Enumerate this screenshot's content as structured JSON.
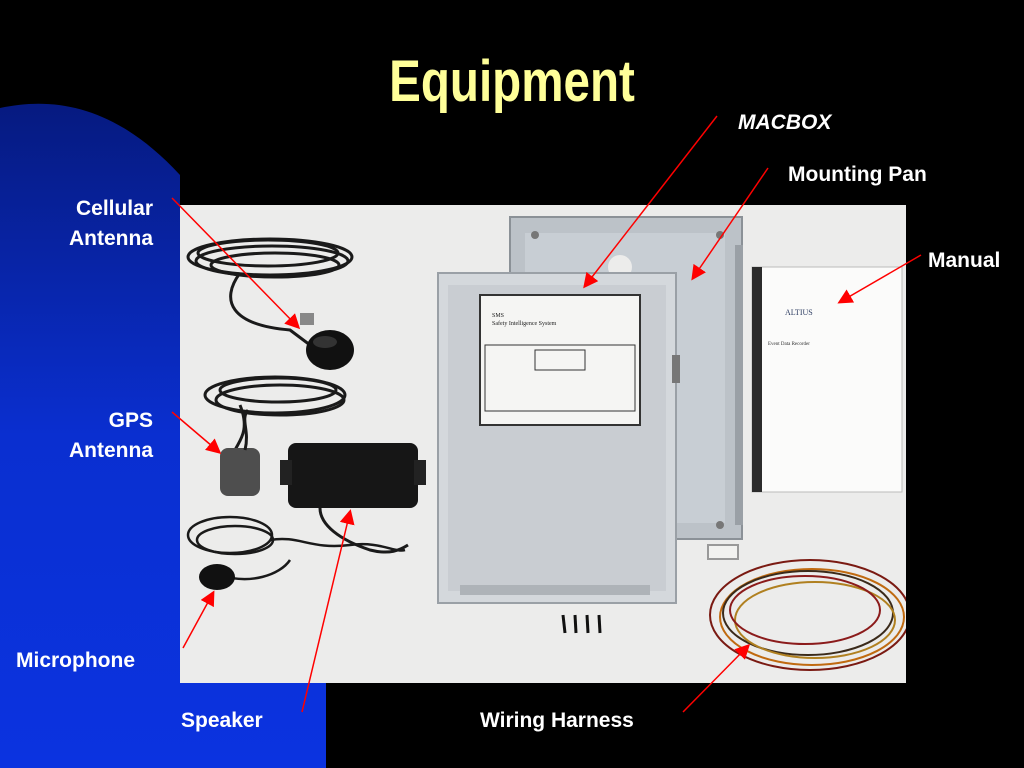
{
  "slide": {
    "title": "Equipment",
    "colors": {
      "background": "#000000",
      "wave_blue": "#0a2fd0",
      "title": "#ffff99",
      "labels": "#ffffff",
      "arrows": "#ff0000"
    }
  },
  "labels": {
    "cellular_line1": "Cellular",
    "cellular_line2": "Antenna",
    "gps_line1": "GPS",
    "gps_line2": "Antenna",
    "microphone": "Microphone",
    "speaker": "Speaker",
    "wiring_harness": "Wiring Harness",
    "macbox": "MACBOX",
    "mounting_pan": "Mounting Pan",
    "manual": "Manual"
  },
  "photo": {
    "unit_label_line1": "SMS",
    "unit_label_line2": "Safety Intelligence System",
    "manual_brand": "ALTIUS",
    "manual_title": "Event Data Recorder"
  }
}
